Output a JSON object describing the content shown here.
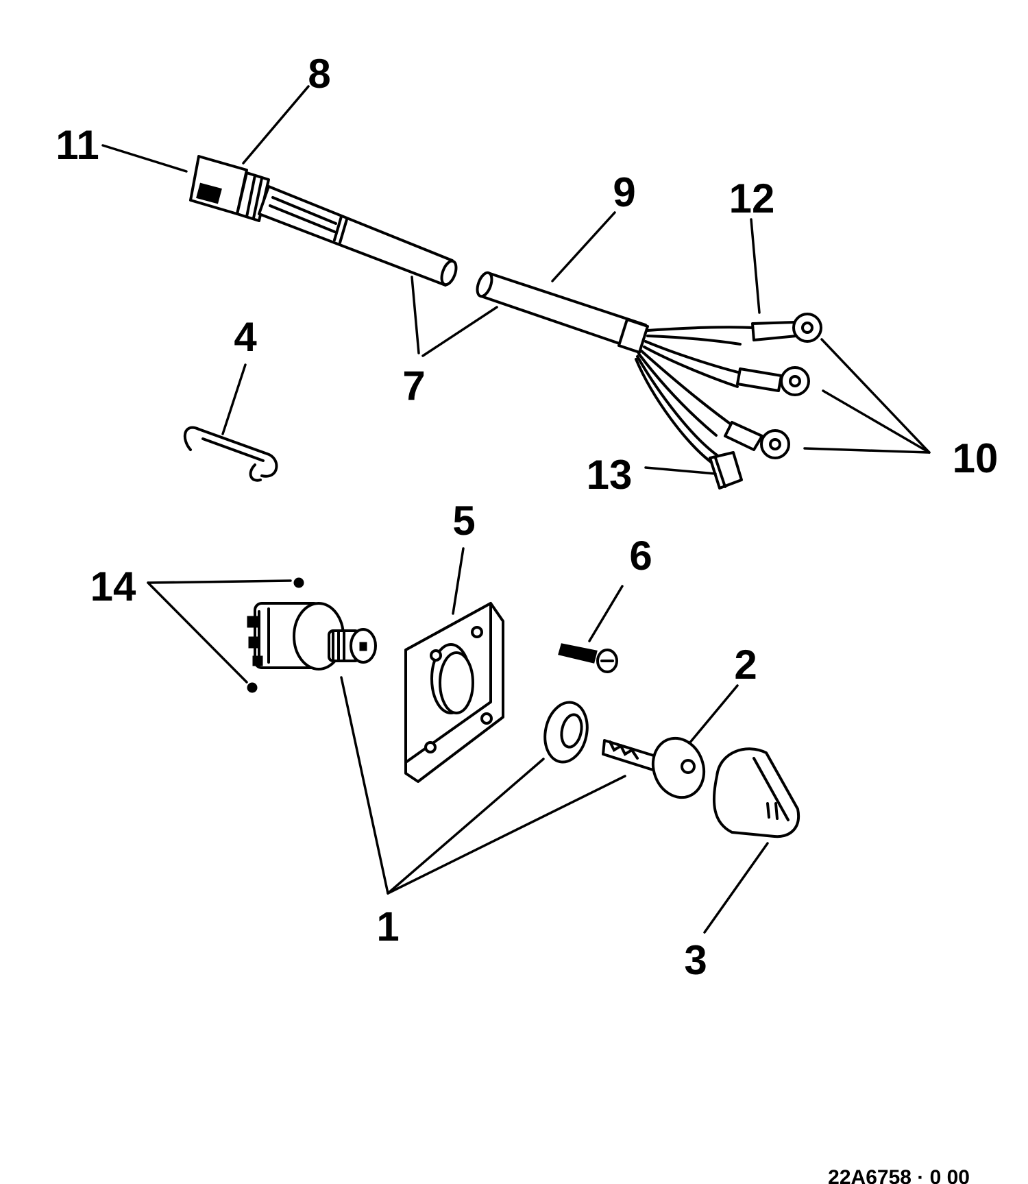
{
  "callouts": {
    "c1": "1",
    "c2": "2",
    "c3": "3",
    "c4": "4",
    "c5": "5",
    "c6": "6",
    "c7": "7",
    "c8": "8",
    "c9": "9",
    "c10": "10",
    "c11": "11",
    "c12": "12",
    "c13": "13",
    "c14": "14"
  },
  "figure_ref": "22A6758 · 0 00"
}
